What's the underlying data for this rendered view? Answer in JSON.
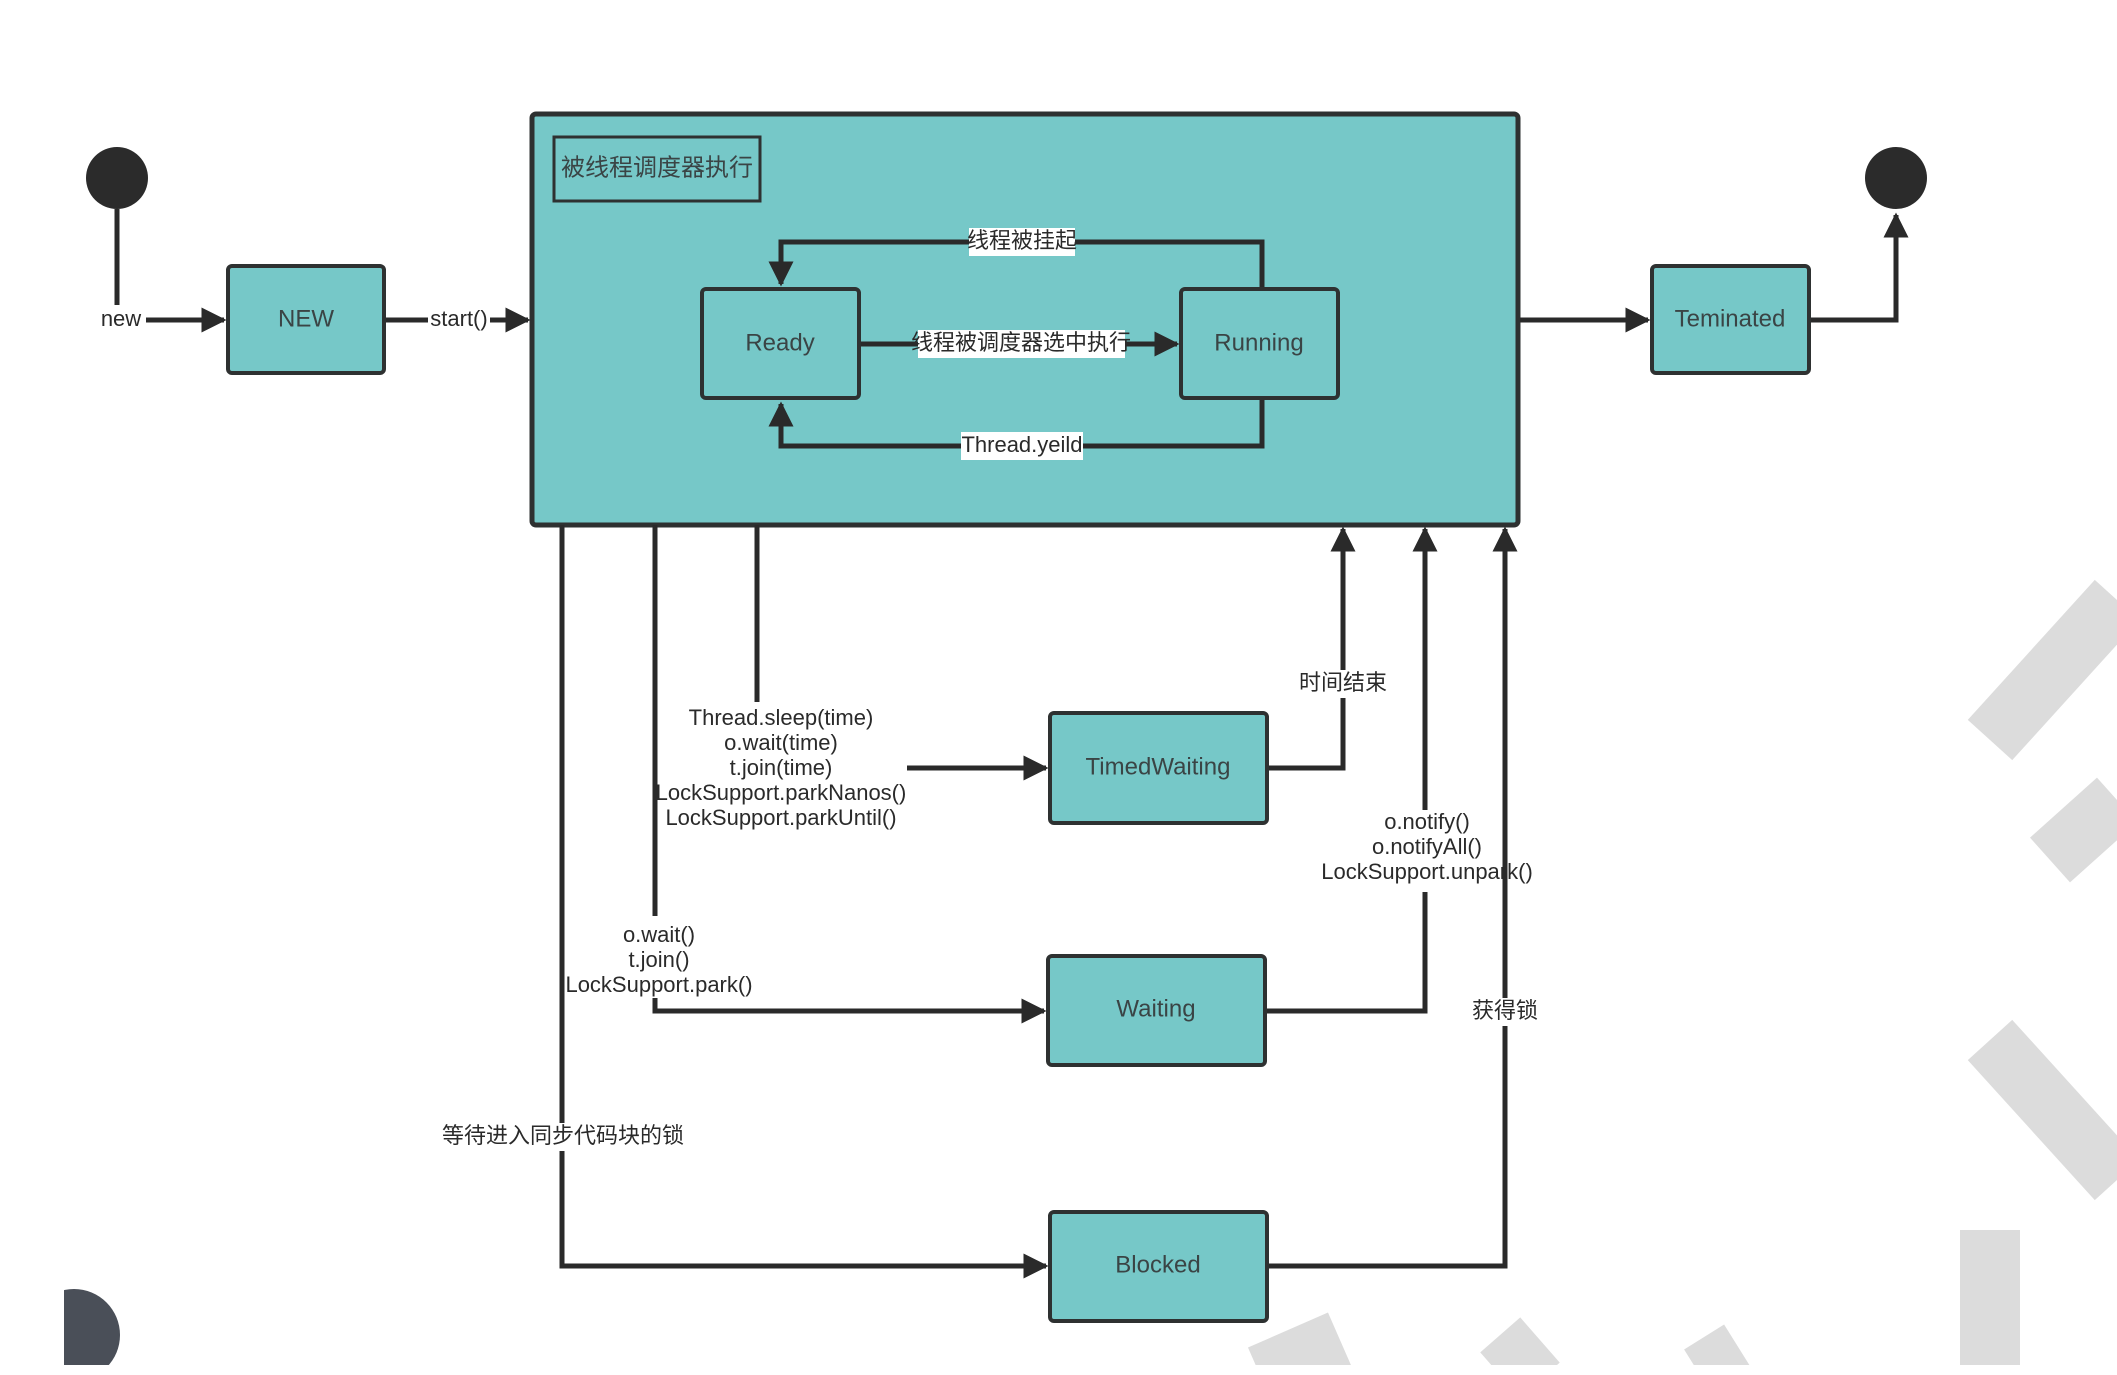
{
  "diagram": {
    "scheduler_box_title": "被线程调度器执行",
    "states": {
      "new": "NEW",
      "ready": "Ready",
      "running": "Running",
      "terminated": "Teminated",
      "timed_waiting": "TimedWaiting",
      "waiting": "Waiting",
      "blocked": "Blocked"
    },
    "edges": {
      "new": "new",
      "start": "start()",
      "suspended": "线程被挂起",
      "selected": "线程被调度器选中执行",
      "yield": "Thread.yeild",
      "time_up": "时间结束",
      "timed_calls": [
        "Thread.sleep(time)",
        "o.wait(time)",
        "t.join(time)",
        "LockSupport.parkNanos()",
        "LockSupport.parkUntil()"
      ],
      "wait_calls": [
        "o.wait()",
        "t.join()",
        "LockSupport.park()"
      ],
      "notify_calls": [
        "o.notify()",
        "o.notifyAll()",
        "LockSupport.unpark()"
      ],
      "get_lock": "获得锁",
      "wait_lock": "等待进入同步代码块的锁"
    }
  }
}
